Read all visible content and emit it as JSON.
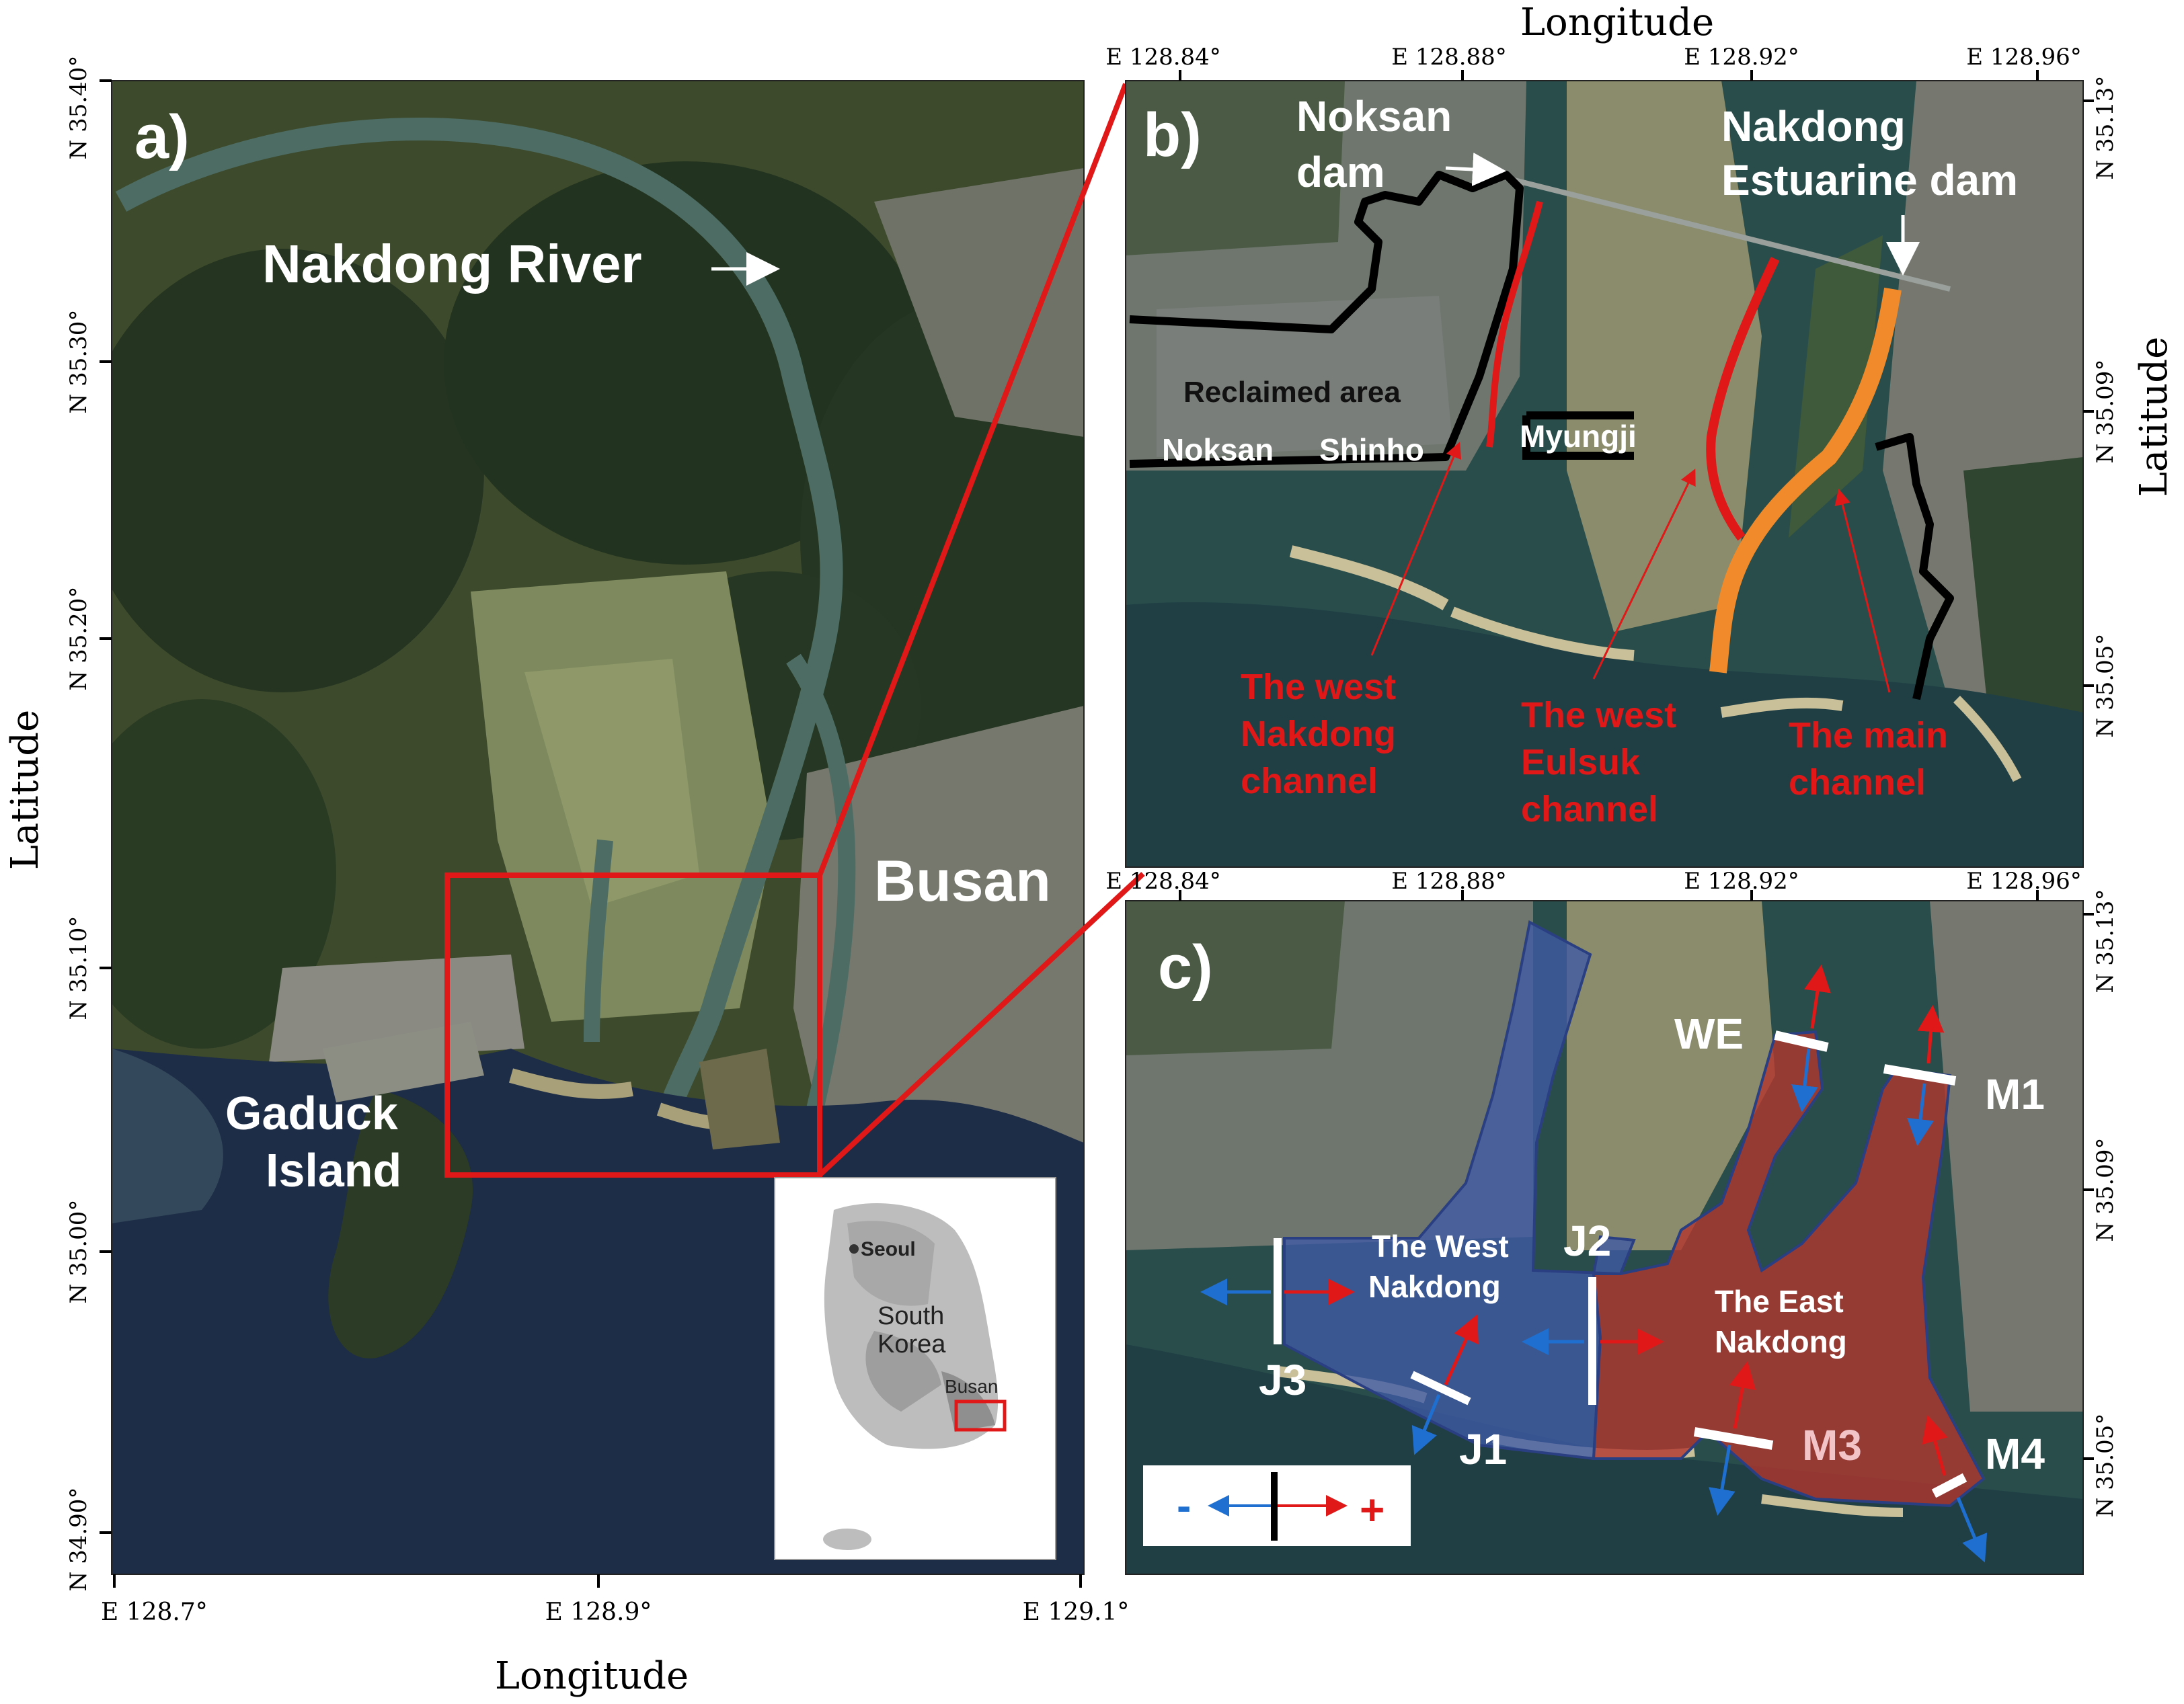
{
  "panel_a": {
    "label": "a)",
    "x_ticks": [
      "E 128.7°",
      "E 128.9°",
      "E 129.1°"
    ],
    "y_ticks": [
      "N 35.40°",
      "N 35.30°",
      "N 35.20°",
      "N 35.10°",
      "N 35.00°",
      "N 34.90°"
    ],
    "x_axis_label": "Longitude",
    "y_axis_label": "Latitude",
    "labels": {
      "river": "Nakdong River",
      "city": "Busan",
      "island_line1": "Gaduck",
      "island_line2": "Island"
    },
    "inset": {
      "seoul": "Seoul",
      "country_line1": "South",
      "country_line2": "Korea",
      "busan": "Busan"
    }
  },
  "panel_b": {
    "label": "b)",
    "x_axis_label": "Longitude",
    "y_axis_label": "Latitude",
    "x_ticks": [
      "E 128.84°",
      "E 128.88°",
      "E 128.92°",
      "E 128.96°"
    ],
    "y_ticks": [
      "N 35.13°",
      "N 35.09°",
      "N 35.05°"
    ],
    "labels": {
      "noksan_dam_1": "Noksan",
      "noksan_dam_2": "dam",
      "estuarine_1": "Nakdong",
      "estuarine_2": "Estuarine dam",
      "reclaimed": "Reclaimed area",
      "myungji": "Myungji",
      "noksan": "Noksan",
      "shinho": "Shinho",
      "west_nakdong_1": "The west",
      "west_nakdong_2": "Nakdong",
      "west_nakdong_3": "channel",
      "west_eulsuk_1": "The west",
      "west_eulsuk_2": "Eulsuk",
      "west_eulsuk_3": "channel",
      "main_1": "The main",
      "main_2": "channel"
    }
  },
  "panel_c": {
    "label": "c)",
    "x_ticks": [
      "E 128.84°",
      "E 128.88°",
      "E 128.92°",
      "E 128.96°"
    ],
    "y_ticks": [
      "N 35.13°",
      "N 35.09°",
      "N 35.05°"
    ],
    "regions": {
      "west_1": "The West",
      "west_2": "Nakdong",
      "east_1": "The East",
      "east_2": "Nakdong"
    },
    "stations": [
      "WE",
      "M1",
      "J2",
      "J3",
      "J1",
      "M3",
      "M4"
    ],
    "legend": {
      "minus": "-",
      "plus": "+"
    }
  },
  "colors": {
    "west_region": "#3f5aa6",
    "east_region": "#b2362e",
    "channel_red": "#e01818",
    "channel_orange": "#f08a2a",
    "zoom_box": "#e01818"
  }
}
